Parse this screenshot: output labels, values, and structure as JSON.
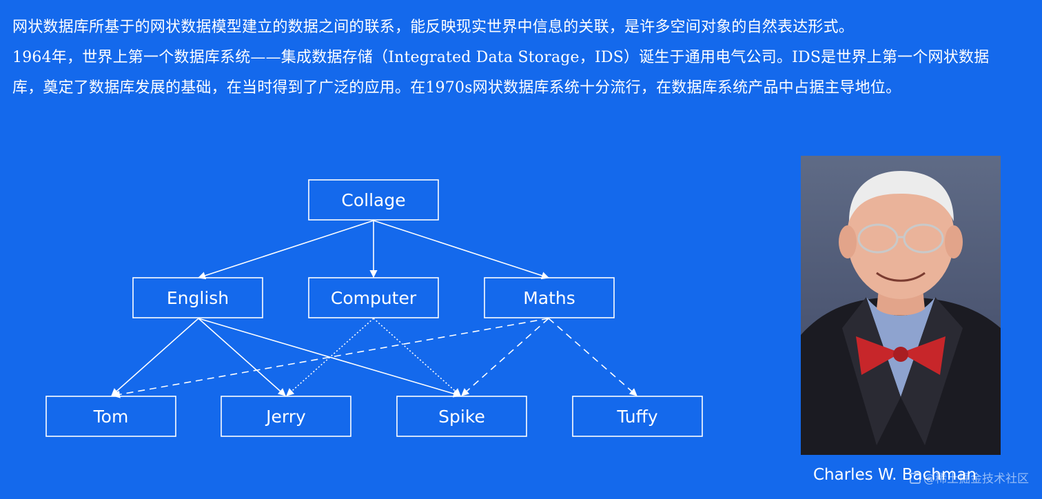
{
  "intro": {
    "paragraph1": "网状数据库所基于的网状数据模型建立的数据之间的联系，能反映现实世界中信息的关联，是许多空间对象的自然表达形式。",
    "paragraph2": "1964年，世界上第一个数据库系统——集成数据存储（Integrated Data Storage，IDS）诞生于通用电气公司。IDS是世界上第一个网状数据库，奠定了数据库发展的基础，在当时得到了广泛的应用。在1970s网状数据库系统十分流行，在数据库系统产品中占据主导地位。"
  },
  "diagram": {
    "root": "Collage",
    "departments": [
      "English",
      "Computer",
      "Maths"
    ],
    "students": [
      "Tom",
      "Jerry",
      "Spike",
      "Tuffy"
    ],
    "links": [
      {
        "from": "Collage",
        "to": "English",
        "style": "solid"
      },
      {
        "from": "Collage",
        "to": "Computer",
        "style": "solid"
      },
      {
        "from": "Collage",
        "to": "Maths",
        "style": "solid"
      },
      {
        "from": "English",
        "to": "Tom",
        "style": "solid"
      },
      {
        "from": "English",
        "to": "Jerry",
        "style": "solid"
      },
      {
        "from": "English",
        "to": "Spike",
        "style": "solid"
      },
      {
        "from": "Computer",
        "to": "Jerry",
        "style": "dotted"
      },
      {
        "from": "Computer",
        "to": "Spike",
        "style": "dotted"
      },
      {
        "from": "Maths",
        "to": "Tom",
        "style": "dashed"
      },
      {
        "from": "Maths",
        "to": "Spike",
        "style": "dashed"
      },
      {
        "from": "Maths",
        "to": "Tuffy",
        "style": "dashed"
      }
    ]
  },
  "photo": {
    "caption": "Charles W. Bachman"
  },
  "watermark": "@稀土掘金技术社区"
}
